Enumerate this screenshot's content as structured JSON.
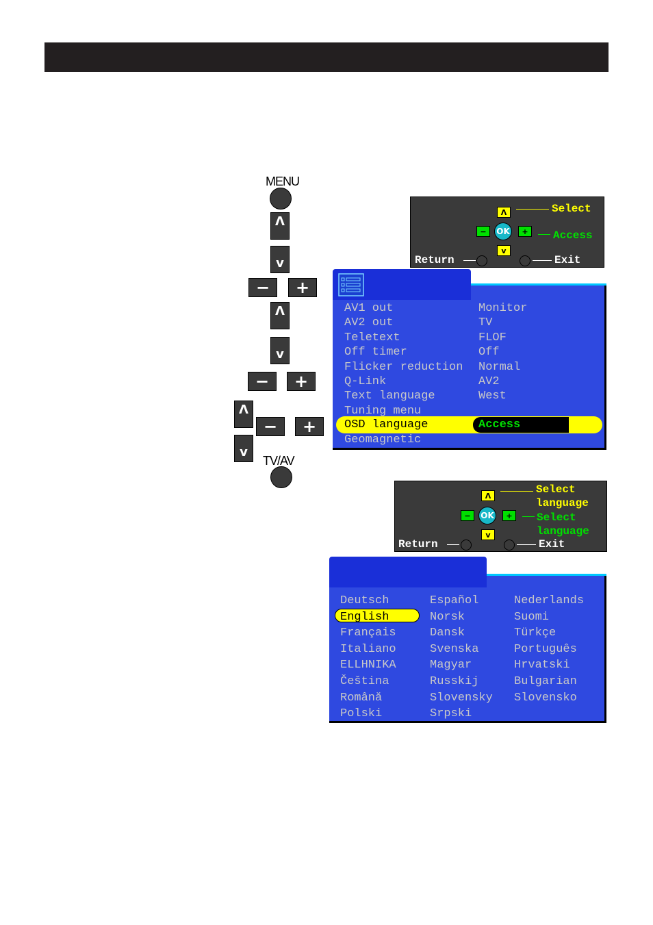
{
  "remote": {
    "menu_label": "MENU",
    "tvav_label": "TV/AV",
    "up_glyph": "Λ",
    "down_glyph": "v",
    "minus_glyph": "−",
    "plus_glyph": "+"
  },
  "help1": {
    "select": "Select",
    "access": "Access",
    "return": "Return",
    "exit": "Exit",
    "ok": "OK"
  },
  "options_menu": {
    "rows": [
      {
        "label": "AV1 out",
        "value": "Monitor"
      },
      {
        "label": "AV2 out",
        "value": "TV"
      },
      {
        "label": "Teletext",
        "value": "FLOF"
      },
      {
        "label": "Off timer",
        "value": "Off"
      },
      {
        "label": "Flicker reduction",
        "value": "Normal"
      },
      {
        "label": "Q-Link",
        "value": "AV2"
      },
      {
        "label": "Text language",
        "value": "West"
      },
      {
        "label": "Tuning menu",
        "value": ""
      }
    ],
    "selected": {
      "label": "OSD language",
      "value": "Access"
    },
    "last_row": "Geomagnetic"
  },
  "help2": {
    "select1": "Select",
    "select1b": "language",
    "select2": "Select",
    "select2b": "language",
    "return": "Return",
    "exit": "Exit",
    "ok": "OK"
  },
  "language_menu": {
    "col1": [
      "Deutsch",
      "English",
      "Français",
      "Italiano",
      "ELLHNIKA",
      "Čeština",
      "Română",
      "Polski"
    ],
    "col2": [
      "Español",
      "Norsk",
      "Dansk",
      "Svenska",
      "Magyar",
      "Russkij",
      "Slovensky",
      "Srpski"
    ],
    "col3": [
      "Nederlands",
      "Suomi",
      "Türkçe",
      "Português",
      "Hrvatski",
      "Bulgarian",
      "Slovensko"
    ],
    "selected_index": 1
  },
  "colors": {
    "menu_blue": "#2f49e0",
    "tab_blue": "#1a2fd8",
    "highlight_yellow": "#ffff00",
    "green": "#00e000",
    "panel_grey": "#3a3a3a",
    "cyan_edge": "#00c8ff"
  }
}
